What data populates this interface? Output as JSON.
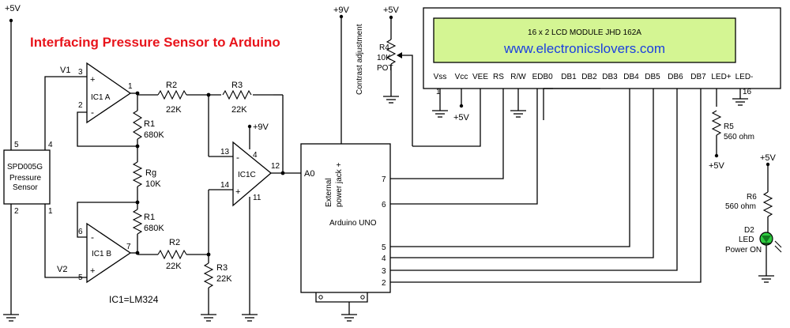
{
  "title": "Interfacing Pressure Sensor to Arduino",
  "colors": {
    "title": "#e8141b",
    "lcd_fill": "#d4f593",
    "website": "#1a3fe0",
    "led": "#2ecc40"
  },
  "power": {
    "p5v": "+5V",
    "p9v": "+9V"
  },
  "sensor": {
    "name": "SPD005G",
    "line2": "Pressure",
    "line3": "Sensor",
    "pin5": "5",
    "pin4": "4",
    "pin2": "2",
    "pin1": "1"
  },
  "signals": {
    "v1": "V1",
    "v2": "V2",
    "a0": "A0"
  },
  "ic1a": {
    "name": "IC1 A",
    "pin3": "3",
    "pin2": "2",
    "pin1": "1",
    "plus": "+",
    "minus": "-"
  },
  "ic1b": {
    "name": "IC1 B",
    "pin6": "6",
    "pin5": "5",
    "pin7": "7",
    "plus": "+",
    "minus": "-"
  },
  "ic1c": {
    "name": "IC1C",
    "pin13": "13",
    "pin14": "14",
    "pin12": "12",
    "pin4": "4",
    "pin11": "11",
    "plus": "+",
    "minus": "-"
  },
  "ic_note": "IC1=LM324",
  "resistors": {
    "r1_top": {
      "name": "R1",
      "value": "680K"
    },
    "rg": {
      "name": "Rg",
      "value": "10K"
    },
    "r1_bot": {
      "name": "R1",
      "value": "680K"
    },
    "r2_top": {
      "name": "R2",
      "value": "22K"
    },
    "r3_top": {
      "name": "R3",
      "value": "22K"
    },
    "r2_bot": {
      "name": "R2",
      "value": "22K"
    },
    "r3_bot": {
      "name": "R3",
      "value": "22K"
    },
    "r4": {
      "name": "R4",
      "value": "10K",
      "type": "POT"
    },
    "r5": {
      "name": "R5",
      "value": "560 ohm"
    },
    "r6": {
      "name": "R6",
      "value": "560 ohm"
    }
  },
  "contrast_label": "Contrast adjustment",
  "arduino": {
    "name": "Arduino UNO",
    "jack_line1": "External",
    "jack_line2": "power jack +",
    "pins": [
      "7",
      "6",
      "5",
      "4",
      "3",
      "2"
    ]
  },
  "lcd": {
    "line1": "16 x 2 LCD MODULE  JHD  162A",
    "line2": "www.electronicslovers.com",
    "pins": [
      "Vss",
      "Vcc",
      "VEE",
      "RS",
      "R/W",
      "E",
      "DB0",
      "DB1",
      "DB2",
      "DB3",
      "DB4",
      "DB5",
      "DB6",
      "DB7",
      "LED+",
      "LED-"
    ],
    "pin1": "1",
    "pin16": "16"
  },
  "led": {
    "name": "D2",
    "type": "LED",
    "label": "Power ON"
  }
}
